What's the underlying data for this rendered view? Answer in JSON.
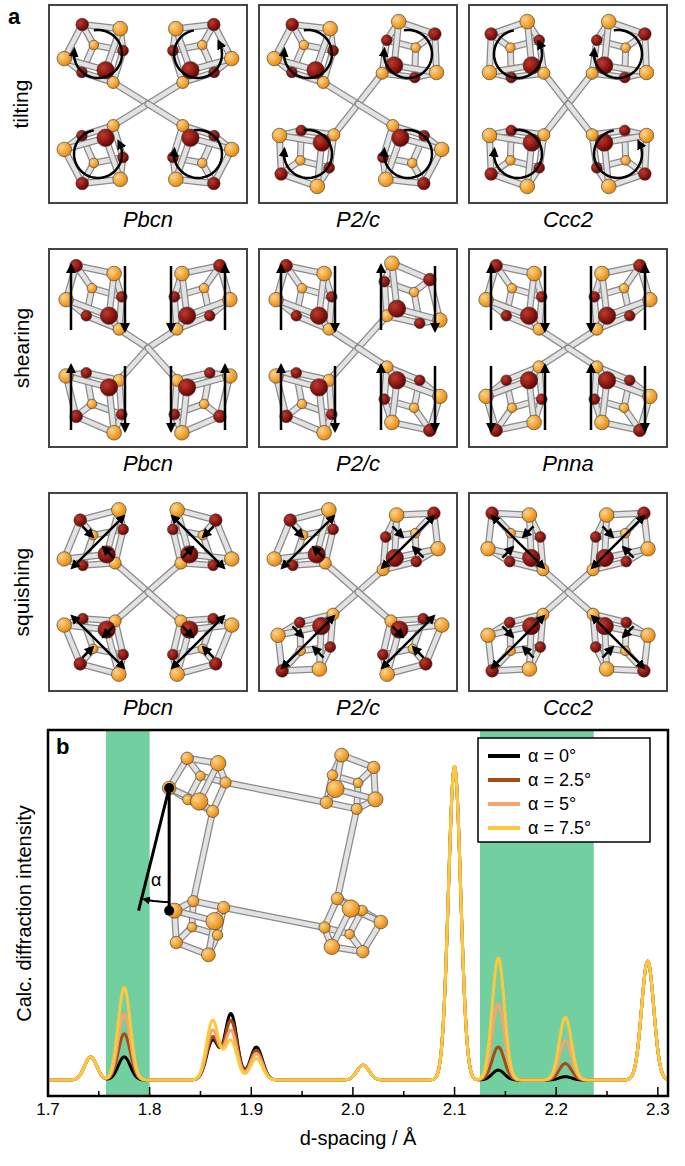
{
  "diagram": {
    "nodes": [
      {
        "text": [
          "Pbcn"
        ]
      },
      {
        "text": [
          "P2/c"
        ]
      },
      {
        "text": [
          "Ccc2"
        ]
      },
      {
        "text": [
          "Pbcn"
        ]
      },
      {
        "text": [
          "P2/c"
        ]
      },
      {
        "text": [
          "Pnna"
        ]
      },
      {
        "text": [
          "Pbcn"
        ]
      },
      {
        "text": [
          "P2/c"
        ]
      },
      {
        "text": [
          "Ccc2"
        ]
      }
    ],
    "labels": [
      "a",
      "tilting",
      "shearing",
      "squishing",
      "b",
      "α",
      "Calc. diffraction intensity",
      "d-spacing / Å",
      "1.7",
      "1.8",
      "1.9",
      "2.0",
      "2.1",
      "2.2",
      "2.3"
    ],
    "legend": [
      {
        "text": "α = 0°"
      },
      {
        "text": "α = 2.5°"
      },
      {
        "text": "α = 5°"
      },
      {
        "text": "α = 7.5°"
      }
    ]
  }
}
